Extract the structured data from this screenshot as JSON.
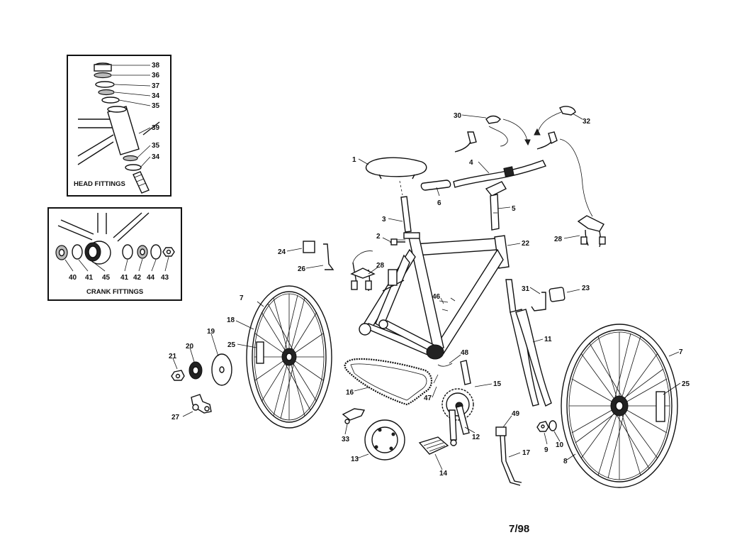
{
  "insets": {
    "head_fittings": {
      "title": "HEAD FITTINGS",
      "labels": [
        "38",
        "36",
        "37",
        "34",
        "35",
        "39",
        "35",
        "34"
      ]
    },
    "crank_fittings": {
      "title": "CRANK FITTINGS",
      "labels": [
        "40",
        "41",
        "45",
        "41",
        "42",
        "44",
        "43"
      ]
    }
  },
  "callouts": {
    "saddle": "1",
    "seat_bolt": "2",
    "seat_post": "3",
    "handlebar": "4",
    "stem": "5",
    "grip": "6",
    "rear_tire": "7",
    "front_tire": "7",
    "front_rim": "8",
    "front_nut": "9",
    "front_washer": "10",
    "fork": "11",
    "crank_arm": "12",
    "chainguard_disc": "13",
    "pedal": "14",
    "crank": "15",
    "chain": "16",
    "kickstand": "17",
    "rear_rim": "18",
    "spoke_protector": "19",
    "freewheel": "20",
    "axle_nut": "21",
    "frame": "22",
    "front_reflector": "23",
    "seat_reflector": "24",
    "rear_reflector": "25",
    "front_reflector_wheel": "25",
    "reflector_bracket": "26",
    "derailleur": "27",
    "rear_brake": "28",
    "front_brake": "28",
    "brake_lever_left": "30",
    "reflector_bracket_front": "31",
    "brake_lever_right": "32",
    "derailleur_clamp": "33",
    "bb_part_46": "46",
    "bb_part_47": "47",
    "bb_part_48": "48",
    "kickstand_bracket": "49"
  },
  "footer": {
    "date_code": "7/98"
  }
}
